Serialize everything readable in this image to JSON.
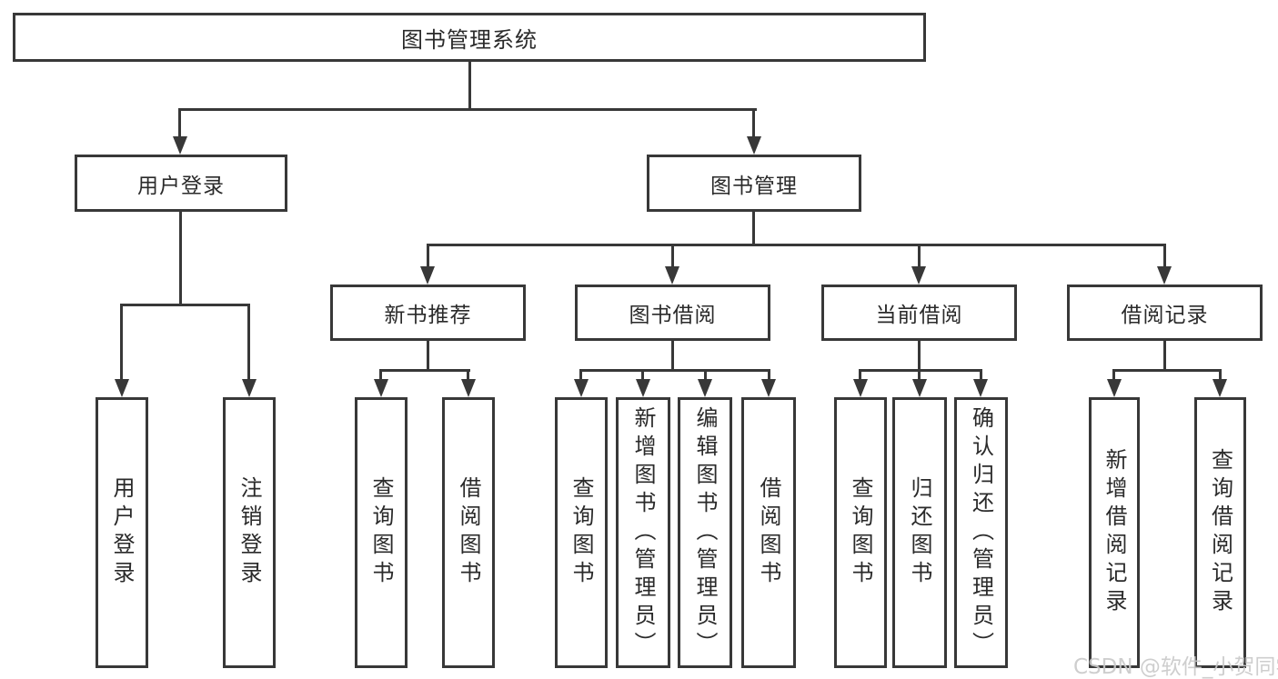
{
  "diagram": {
    "root": {
      "label": "图书管理系统"
    },
    "level2": [
      {
        "label": "用户登录"
      },
      {
        "label": "图书管理"
      }
    ],
    "level3": [
      {
        "label": "新书推荐"
      },
      {
        "label": "图书借阅"
      },
      {
        "label": "当前借阅"
      },
      {
        "label": "借阅记录"
      }
    ],
    "leaves": {
      "user_login": [
        "用户登录",
        "注销登录"
      ],
      "new_book_recommend": [
        "查询图书",
        "借阅图书"
      ],
      "book_borrow": [
        "查询图书",
        "新增图书（管理员）",
        "编辑图书（管理员）",
        "借阅图书"
      ],
      "current_borrow": [
        "查询图书",
        "归还图书",
        "确认归还（管理员）"
      ],
      "borrow_record": [
        "新增借阅记录",
        "查询借阅记录"
      ]
    }
  },
  "watermark": {
    "text": "CSDN @软件_小贺同学",
    "color": "#c9c9c9"
  },
  "colors": {
    "line": "#383838",
    "box_border": "#383838",
    "text": "#2a2a2a",
    "background": "#ffffff"
  }
}
